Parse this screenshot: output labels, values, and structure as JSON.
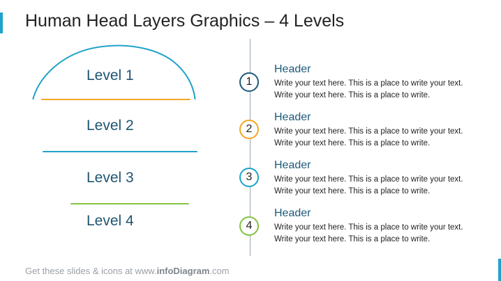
{
  "title": "Human Head Layers Graphics – 4 Levels",
  "colors": {
    "blue": "#1fa3c9",
    "orange": "#f2a724",
    "green": "#82c341",
    "dark_blue": "#1d5a7a"
  },
  "levels": [
    {
      "label": "Level 1",
      "color": "#1fa3c9"
    },
    {
      "label": "Level 2",
      "color": "#f2a724"
    },
    {
      "label": "Level 3",
      "color": "#1fa3c9"
    },
    {
      "label": "Level 4",
      "color": "#82c341"
    }
  ],
  "items": [
    {
      "number": "1",
      "header": "Header",
      "text": "Write your text here. This is a place to write your text. Write your text here. This is a place to write.",
      "color": "#1d5a7a"
    },
    {
      "number": "2",
      "header": "Header",
      "text": "Write your text here. This is a place to write your text. Write your text here. This is a place to write.",
      "color": "#f2a724"
    },
    {
      "number": "3",
      "header": "Header",
      "text": "Write your text here. This is a place to write your text. Write your text here. This is a place to write.",
      "color": "#1fa3c9"
    },
    {
      "number": "4",
      "header": "Header",
      "text": "Write your text here. This is a place to write your text. Write your text here. This is a place to write.",
      "color": "#82c341"
    }
  ],
  "footer": {
    "prefix": "Get these slides & icons at www.",
    "brand": "infoDiagram",
    "suffix": ".com"
  }
}
